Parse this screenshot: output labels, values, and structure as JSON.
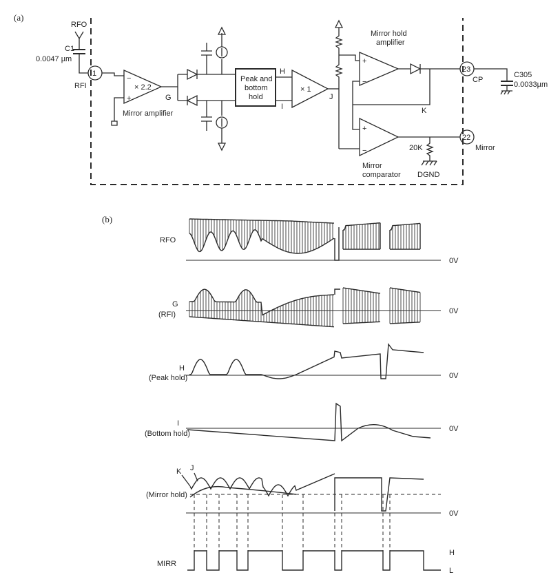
{
  "figure": {
    "part_a": "(a)",
    "part_b": "(b)"
  },
  "circuit": {
    "rfo": "RFO",
    "c1": "C1",
    "c1_value": "0.0047 µm",
    "rfi": "RFI",
    "pin1": "1",
    "gain_amp": "× 2.2",
    "plus": "+",
    "minus": "−",
    "mirror_amplifier": "Mirror amplifier",
    "node_g": "G",
    "peak_bottom_1": "Peak and",
    "peak_bottom_2": "bottom",
    "peak_bottom_3": "hold",
    "node_h": "H",
    "node_i": "I",
    "gain_x1": "× 1",
    "node_j": "J",
    "mirror_hold_amp_1": "Mirror hold",
    "mirror_hold_amp_2": "amplifier",
    "node_k": "K",
    "pin23": "23",
    "cp": "CP",
    "c305": "C305",
    "c305_value": "0.0033µm",
    "pin22": "22",
    "mirror": "Mirror",
    "r20k": "20K",
    "mirror_comparator_1": "Mirror",
    "mirror_comparator_2": "comparator",
    "dgnd": "DGND"
  },
  "waveforms": {
    "rfo": "RFO",
    "g": "G",
    "rfi": "(RFI)",
    "h": "H",
    "peak_hold": "(Peak hold)",
    "i": "I",
    "bottom_hold": "(Bottom hold)",
    "k": "K",
    "j": "J",
    "mirror_hold": "(Mirror hold)",
    "mirr": "MIRR",
    "zero_v": "0V",
    "level_h": "H",
    "level_l": "L"
  }
}
